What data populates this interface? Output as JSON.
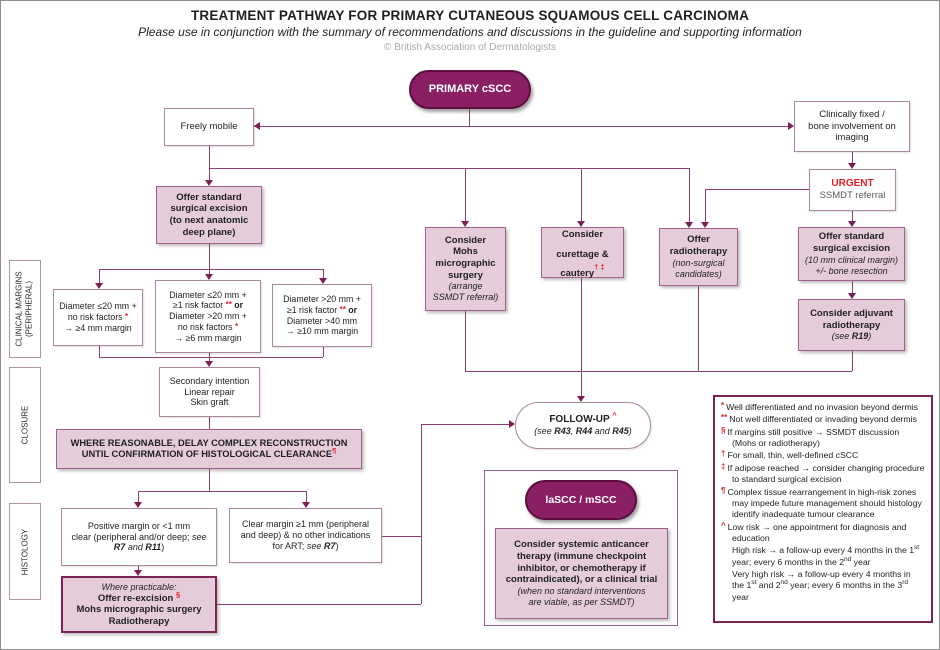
{
  "header": {
    "title": "TREATMENT PATHWAY FOR PRIMARY CUTANEOUS SQUAMOUS CELL CARCINOMA",
    "subtitle": "Please use in conjunction with the summary of recommendations and discussions in the guideline and supporting information",
    "copyright": "© British Association of Dermatologists"
  },
  "side_labels": {
    "clinical_margins": "CLINICAL MARGINS\n(PERIPHERAL)",
    "closure": "CLOSURE",
    "histology": "HISTOLOGY"
  },
  "nodes": {
    "primary": "PRIMARY cSCC",
    "freely_mobile": "Freely mobile",
    "clinically_fixed": "Clinically fixed /\nbone involvement on\nimaging",
    "urgent": {
      "title": "URGENT",
      "subtitle": "SSMDT referral"
    },
    "standard_excision": "Offer standard\nsurgical excision\n(to next anatomic\ndeep plane)",
    "mohs": {
      "main": "Consider\nMohs\nmicrographic\nsurgery",
      "note": "(arrange\nSSMDT referral)"
    },
    "curettage": {
      "main": "Consider\ncurettage &\ncautery",
      "sup": "† ‡"
    },
    "radiotherapy": {
      "main": "Offer\nradiotherapy",
      "note": "(non-surgical\ncandidates)"
    },
    "standard_excision_10mm": {
      "main": "Offer standard\nsurgical excision",
      "note": "(10 mm clinical margin)\n+/- bone resection"
    },
    "adjuvant": {
      "main": "Consider adjuvant\nradiotherapy",
      "note_pre": "(see ",
      "ref": "R19",
      "note_post": ")"
    },
    "margin_4": {
      "l1": "Diameter ≤20 mm +",
      "l2": "no risk factors ",
      "l2_sym": "*",
      "l3": "→ ≥4 mm margin"
    },
    "margin_6": {
      "l1": "Diameter ≤20 mm +",
      "l2": "≥1 risk factor ",
      "l2_sym": "**",
      "l2_or": " or",
      "l3": "Diameter >20 mm +",
      "l4": "no risk factors ",
      "l4_sym": "*",
      "l5": "→ ≥6 mm margin"
    },
    "margin_10": {
      "l1": "Diameter >20 mm +",
      "l2": "≥1 risk factor ",
      "l2_sym": "**",
      "l2_or": " or",
      "l3": "Diameter >40 mm",
      "l4": "→ ≥10 mm margin"
    },
    "closure_options": "Secondary intention\nLinear repair\nSkin graft",
    "delay_reconstruction": {
      "main": "WHERE REASONABLE, DELAY COMPLEX RECONSTRUCTION\nUNTIL CONFIRMATION OF HISTOLOGICAL CLEARANCE",
      "sup": "¶"
    },
    "positive_margin": {
      "l1": "Positive margin or <1 mm",
      "l2": "clear (peripheral and/or deep; ",
      "l2_see": "see",
      "l3_r7": "R7",
      "l3_and": " and ",
      "l3_r11": "R11",
      "l3_end": ")"
    },
    "clear_margin": {
      "l1": "Clear margin ≥1 mm (peripheral",
      "l2": "and deep) & no other indications",
      "l3": "for ART; ",
      "l3_see": "see ",
      "l3_r7": "R7",
      "l3_end": ")"
    },
    "re_excision": {
      "intro": "Where practicable:",
      "l1": "Offer re-excision ",
      "l1_sym": "§",
      "l2": "Mohs micrographic surgery",
      "l3": "Radiotherapy"
    },
    "follow_up": {
      "title": "FOLLOW-UP ",
      "sup": "^",
      "note_pre": "(see ",
      "r43": "R43",
      "sep1": ", ",
      "r44": "R44",
      "sep2": " and ",
      "r45": "R45",
      "note_post": ")"
    },
    "lascc": "laSCC / mSCC",
    "systemic": {
      "main": "Consider systemic anticancer\ntherapy (immune checkpoint\ninhibitor, or chemotherapy if\ncontraindicated), or a clinical trial",
      "note": "(when no standard interventions\nare viable, as per SSMDT)"
    }
  },
  "legend": {
    "items": [
      {
        "sym": "*",
        "text": "Well differentiated and no invasion beyond dermis"
      },
      {
        "sym": "**",
        "text": "Not well differentiated or invading beyond dermis"
      },
      {
        "sym": "§",
        "text": "If margins still positive → SSMDT discussion (Mohs or radiotherapy)"
      },
      {
        "sym": "†",
        "text": "For small, thin, well-defined cSCC"
      },
      {
        "sym": "‡",
        "text": "If adipose reached → consider changing procedure to standard surgical excision"
      },
      {
        "sym": "¶",
        "text": "Complex tissue rearrangement in high-risk zones may impede future management should histology identify inadequate tumour clearance"
      },
      {
        "sym": "^",
        "text": "Low risk → one appointment for diagnosis and education"
      },
      {
        "a": "High risk → a follow-up every 4 months in the 1",
        "s1": "st",
        "b": " year; every 6 months in the 2",
        "s2": "nd",
        "c": " year"
      },
      {
        "a": "Very high risk → a follow-up every 4 months in the 1",
        "s1": "st",
        "b": " and 2",
        "s2": "nd",
        "c": " year; every 6 months in the 3",
        "s3": "rd",
        "d": " year"
      }
    ]
  },
  "colors": {
    "accent_dark": "#8b1f63",
    "pink_fill": "#e5ccdb",
    "line": "#8d4071",
    "alert_red": "#e32028"
  }
}
